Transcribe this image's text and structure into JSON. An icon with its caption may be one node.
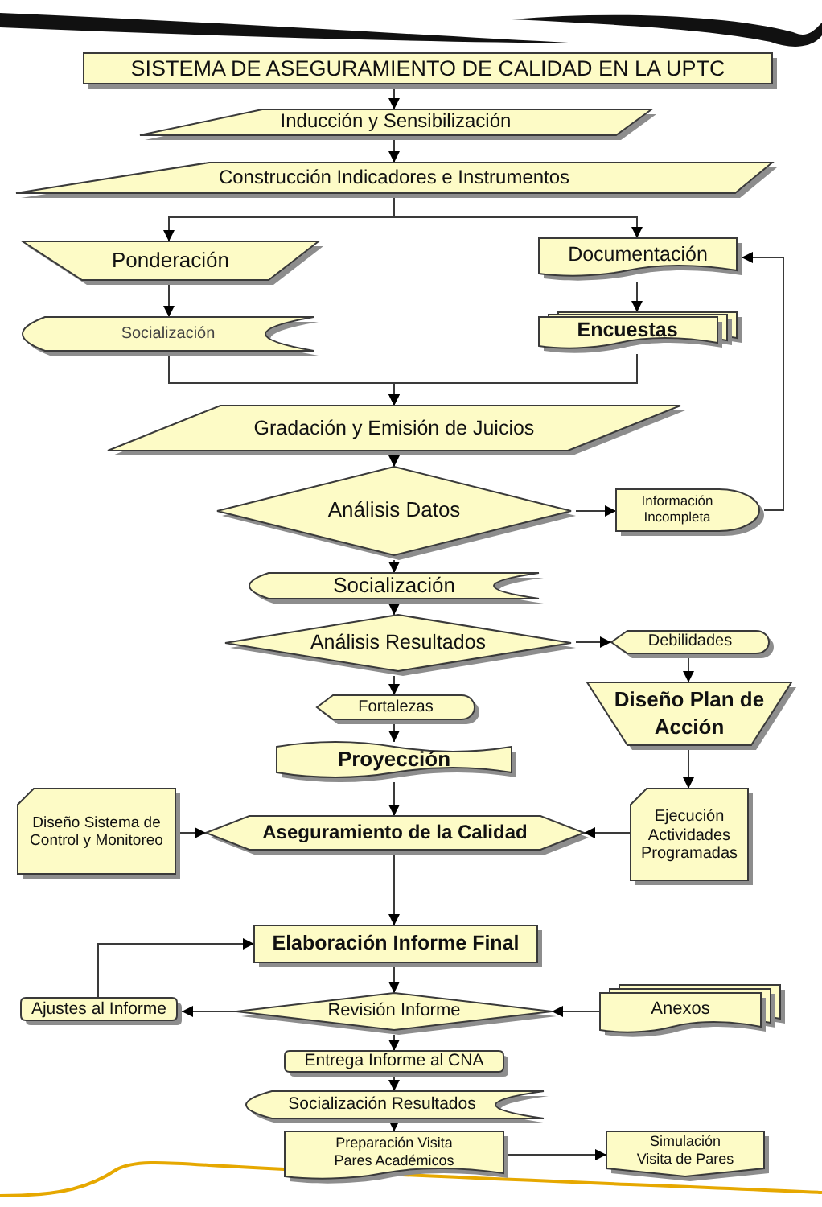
{
  "diagram": {
    "nodes": [
      {
        "text": [
          "SISTEMA DE ASEGURAMIENTO DE CALIDAD EN LA UPTC"
        ]
      },
      {
        "text": [
          "Inducción y Sensibilización"
        ]
      },
      {
        "text": [
          "Construcción Indicadores e Instrumentos"
        ]
      },
      {
        "text": [
          "Ponderación"
        ]
      },
      {
        "text": [
          "Documentación"
        ]
      },
      {
        "text": [
          "Socialización"
        ]
      },
      {
        "text": [
          "Encuestas"
        ]
      },
      {
        "text": [
          "Gradación y Emisión de Juicios"
        ]
      },
      {
        "text": [
          "Análisis Datos"
        ]
      },
      {
        "text": [
          "Información Incompleta"
        ]
      },
      {
        "text": [
          "Socialización"
        ]
      },
      {
        "text": [
          "Análisis Resultados"
        ]
      },
      {
        "text": [
          "Debilidades"
        ]
      },
      {
        "text": [
          "Fortalezas"
        ]
      },
      {
        "text": [
          "Diseño Plan de Acción"
        ]
      },
      {
        "text": [
          "Proyección"
        ]
      },
      {
        "text": [
          "Diseño Sistema de Control y Monitoreo"
        ]
      },
      {
        "text": [
          "Aseguramiento de la Calidad"
        ]
      },
      {
        "text": [
          "Ejecución Actividades Programadas"
        ]
      },
      {
        "text": [
          "Elaboración Informe Final"
        ]
      },
      {
        "text": [
          "Ajustes al Informe"
        ]
      },
      {
        "text": [
          "Revisión Informe"
        ]
      },
      {
        "text": [
          "Anexos"
        ]
      },
      {
        "text": [
          "Entrega Informe al CNA"
        ]
      },
      {
        "text": [
          "Socialización Resultados"
        ]
      },
      {
        "text": [
          "Preparación Visita Pares Académicos"
        ]
      },
      {
        "text": [
          "Simulación Visita de Pares"
        ]
      }
    ],
    "edges": [
      {
        "from": 0,
        "to": 1,
        "arrow": "to"
      },
      {
        "from": 1,
        "to": 2,
        "arrow": "to"
      },
      {
        "from": 2,
        "to": 3,
        "arrow": "to"
      },
      {
        "from": 2,
        "to": 4,
        "arrow": "to"
      },
      {
        "from": 3,
        "to": 5,
        "arrow": "to"
      },
      {
        "from": 4,
        "to": 6,
        "arrow": "to"
      },
      {
        "from": 5,
        "to": 7,
        "arrow": "to"
      },
      {
        "from": 6,
        "to": 7,
        "arrow": "to"
      },
      {
        "from": 7,
        "to": 8,
        "arrow": "to"
      },
      {
        "from": 8,
        "to": 9,
        "arrow": "to"
      },
      {
        "from": 9,
        "to": 4,
        "arrow": "to"
      },
      {
        "from": 8,
        "to": 10,
        "arrow": "to"
      },
      {
        "from": 10,
        "to": 11,
        "arrow": "to"
      },
      {
        "from": 11,
        "to": 12,
        "arrow": "to"
      },
      {
        "from": 11,
        "to": 13,
        "arrow": "to"
      },
      {
        "from": 12,
        "to": 14,
        "arrow": "to"
      },
      {
        "from": 13,
        "to": 15,
        "arrow": "to"
      },
      {
        "from": 14,
        "to": 18,
        "arrow": "to"
      },
      {
        "from": 15,
        "to": 17,
        "arrow": "to"
      },
      {
        "from": 16,
        "to": 17,
        "arrow": "to"
      },
      {
        "from": 18,
        "to": 17,
        "arrow": "to"
      },
      {
        "from": 17,
        "to": 19,
        "arrow": "to"
      },
      {
        "from": 19,
        "to": 21,
        "arrow": "to"
      },
      {
        "from": 21,
        "to": 20,
        "arrow": "to"
      },
      {
        "from": 20,
        "to": 19,
        "arrow": "to"
      },
      {
        "from": 22,
        "to": 21,
        "arrow": "to"
      },
      {
        "from": 21,
        "to": 23,
        "arrow": "to"
      },
      {
        "from": 23,
        "to": 24,
        "arrow": "to"
      },
      {
        "from": 24,
        "to": 25,
        "arrow": "to"
      },
      {
        "from": 25,
        "to": 26,
        "arrow": "to"
      }
    ]
  }
}
